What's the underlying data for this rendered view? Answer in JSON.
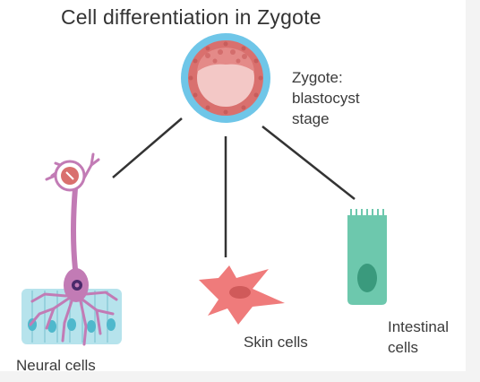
{
  "title": "Cell differentiation in Zygote",
  "zygote": {
    "label_lines": [
      "Zygote:",
      "blastocyst",
      "stage"
    ],
    "icon": "blastocyst-icon"
  },
  "cells": [
    {
      "label": "Neural cells",
      "icon": "neural-cell-icon"
    },
    {
      "label": "Skin cells",
      "icon": "skin-cell-icon"
    },
    {
      "label": "Intestinal cells",
      "label_lines": [
        "Intestinal",
        "cells"
      ],
      "icon": "intestinal-cell-icon"
    }
  ],
  "colors": {
    "zygote_ring": "#6fc6e8",
    "zygote_body": "#f3c8c6",
    "zygote_cells": "#d9706e",
    "neural": "#c27bb5",
    "neural_tissue": "#b6e3ec",
    "skin": "#ef7b7b",
    "intestinal": "#6dc8ad",
    "line": "#333333"
  }
}
